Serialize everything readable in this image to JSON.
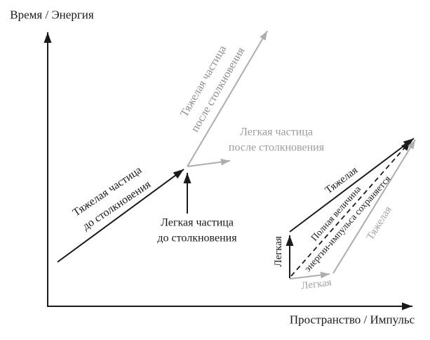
{
  "axes": {
    "y_label": "Время / Энергия",
    "x_label": "Пространство / Импульс"
  },
  "labels": {
    "heavy_before": {
      "line1": "Тяжелая частица",
      "line2": "до столкновения"
    },
    "heavy_after": {
      "line1": "Тяжелая частица",
      "line2": "после столкновения"
    },
    "light_before": {
      "line1": "Легкая частица",
      "line2": "до столкновения"
    },
    "light_after": {
      "line1": "Легкая частица",
      "line2": "после столкновения"
    }
  },
  "inset": {
    "heavy_initial": "Тяжелая",
    "light_initial": "Легкая",
    "heavy_final": "Тяжелая",
    "light_final": "Легкая",
    "conservation": {
      "line1": "Полная величина",
      "line2": "энергии-импульса сохраняется"
    }
  },
  "colors": {
    "black": "#1a1a1a",
    "gray_arrow": "#adadad",
    "gray_text": "#8f8f8f",
    "gray_text_light": "#9c9c9c",
    "gray_inset_text": "#a3a3a3"
  }
}
